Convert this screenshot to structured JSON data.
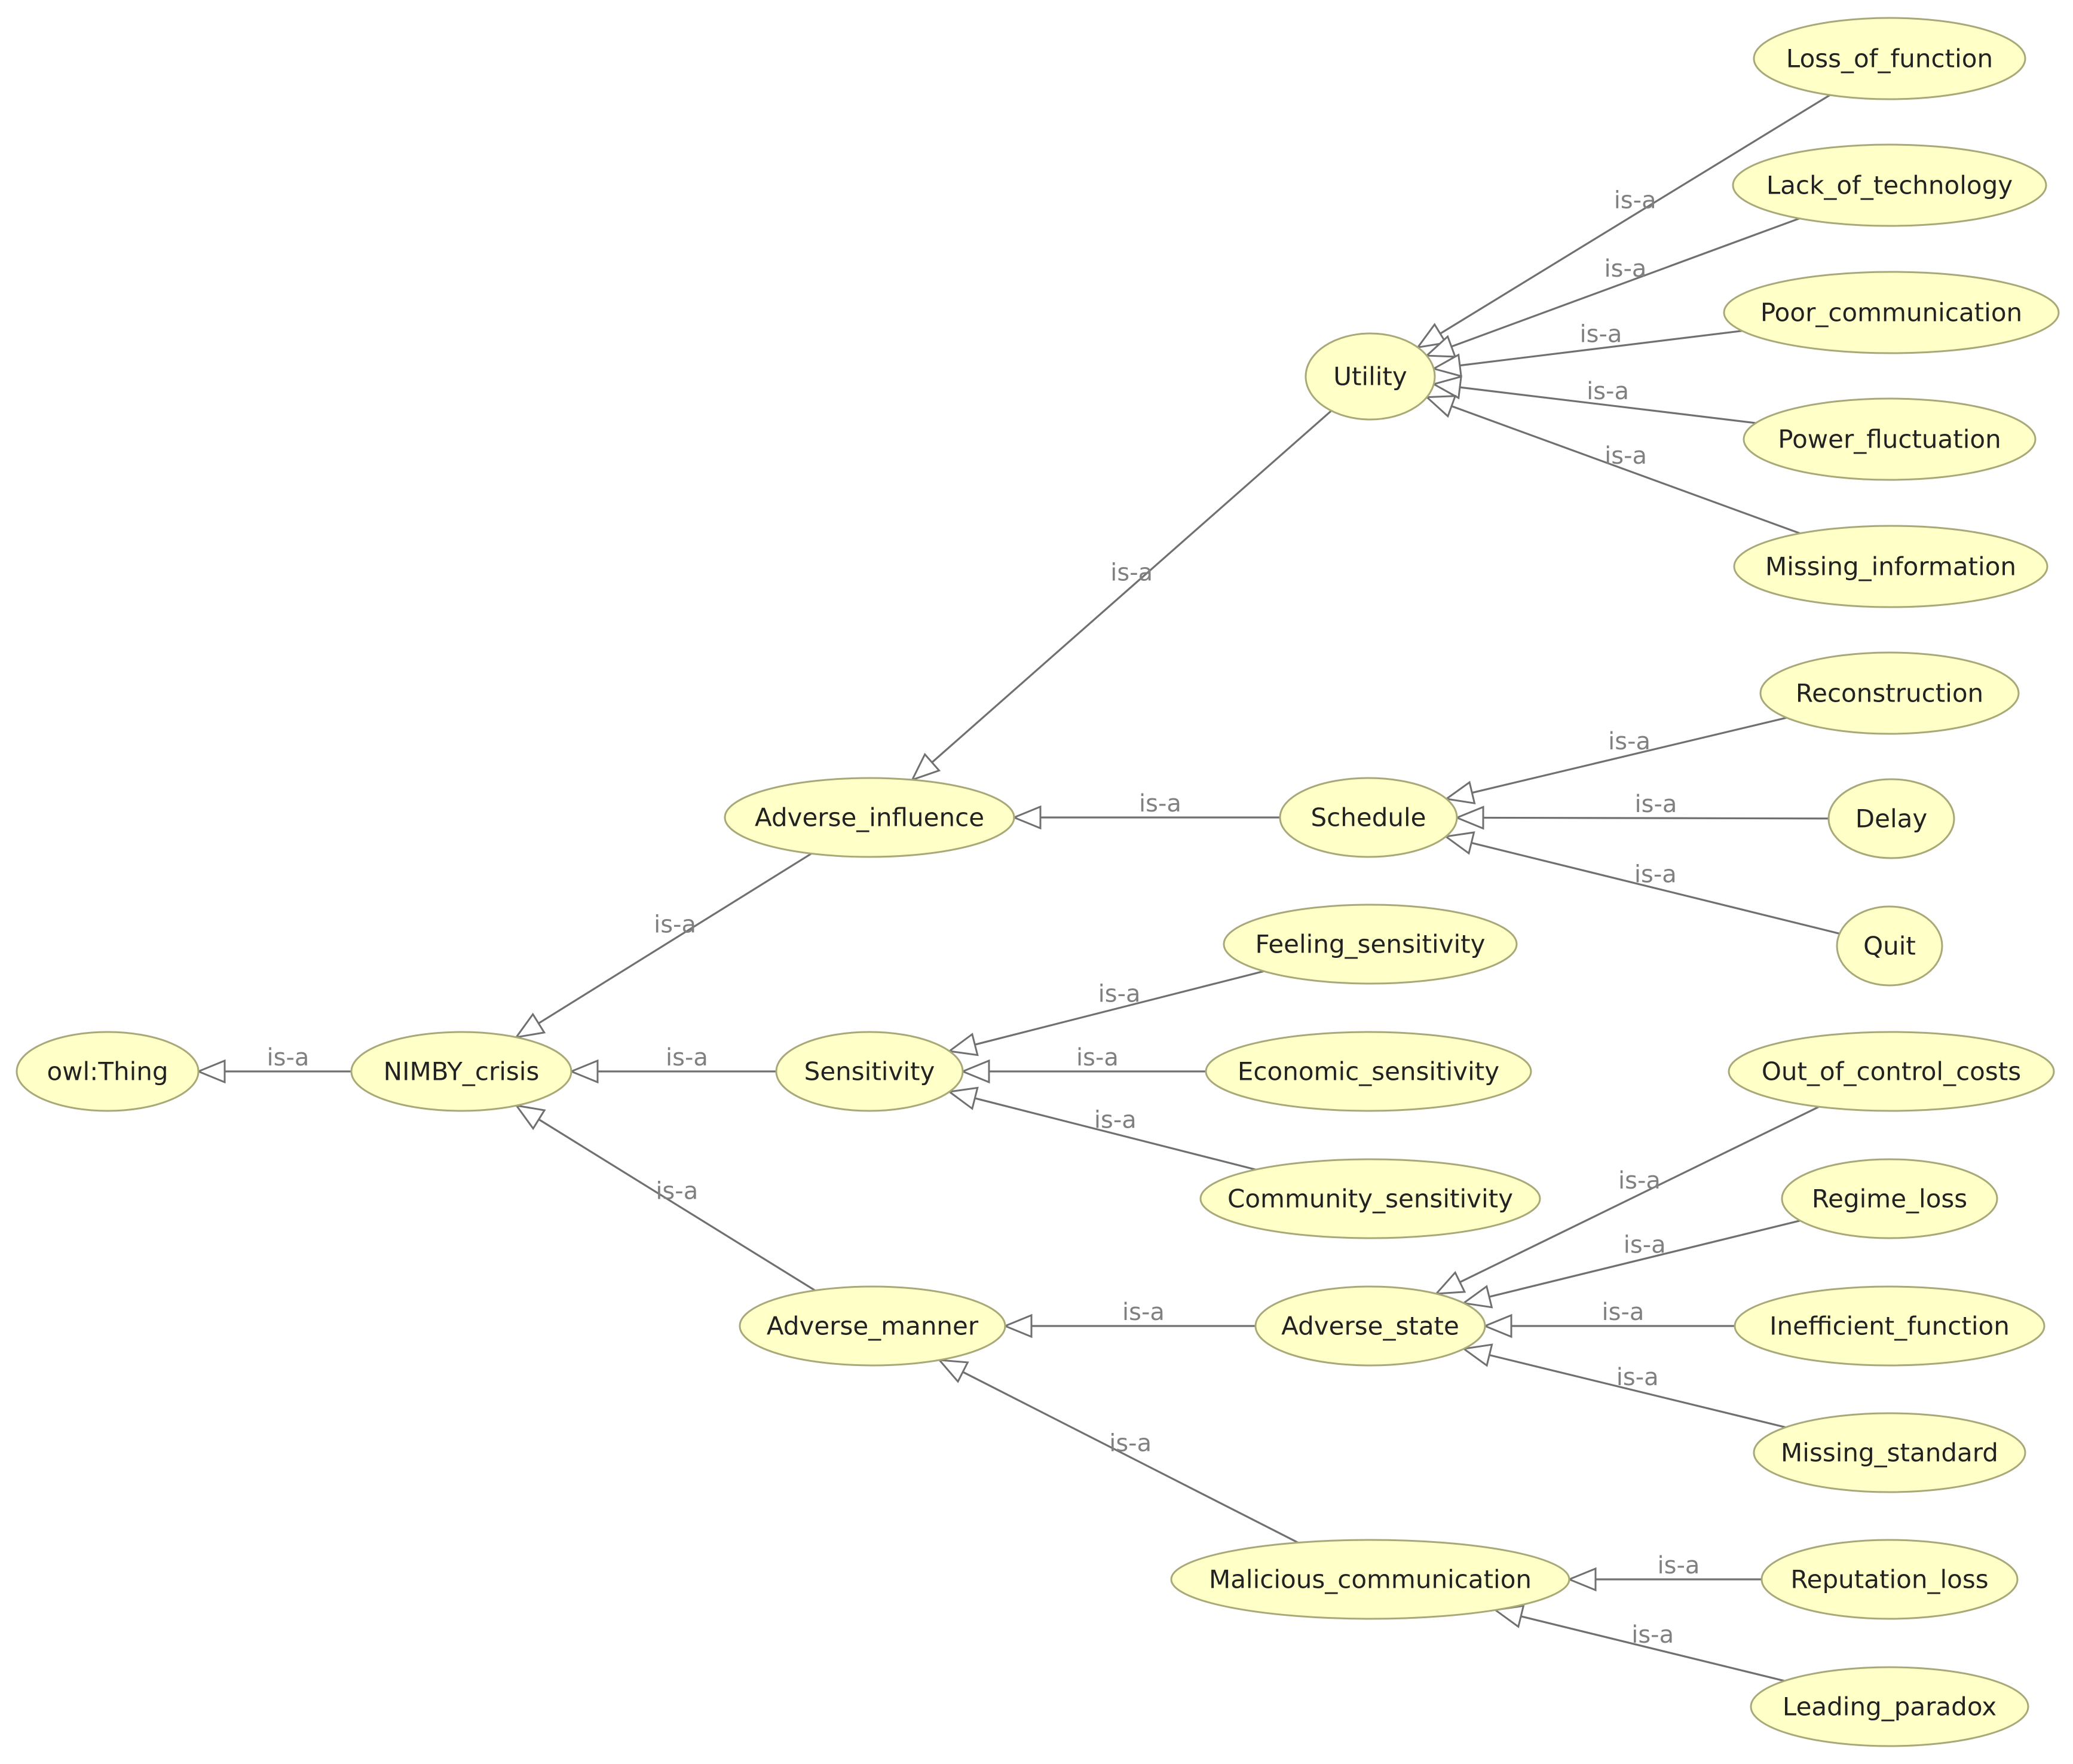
{
  "colors": {
    "node_fill": "#ffffc8",
    "node_border": "#a8a878",
    "edge": "#707070",
    "edge_label": "#808080",
    "node_text": "#222222"
  },
  "relation_label": "is-a",
  "nodes": [
    {
      "id": "owl-thing",
      "label": "owl:Thing"
    },
    {
      "id": "nimby-crisis",
      "label": "NIMBY_crisis"
    },
    {
      "id": "adverse-influence",
      "label": "Adverse_influence"
    },
    {
      "id": "sensitivity",
      "label": "Sensitivity"
    },
    {
      "id": "adverse-manner",
      "label": "Adverse_manner"
    },
    {
      "id": "utility",
      "label": "Utility"
    },
    {
      "id": "schedule",
      "label": "Schedule"
    },
    {
      "id": "feeling-sensitivity",
      "label": "Feeling_sensitivity"
    },
    {
      "id": "economic-sensitivity",
      "label": "Economic_sensitivity"
    },
    {
      "id": "community-sensitivity",
      "label": "Community_sensitivity"
    },
    {
      "id": "adverse-state",
      "label": "Adverse_state"
    },
    {
      "id": "malicious-communication",
      "label": "Malicious_communication"
    },
    {
      "id": "loss-of-function",
      "label": "Loss_of_function"
    },
    {
      "id": "lack-of-technology",
      "label": "Lack_of_technology"
    },
    {
      "id": "poor-communication",
      "label": "Poor_communication"
    },
    {
      "id": "power-fluctuation",
      "label": "Power_fluctuation"
    },
    {
      "id": "missing-information",
      "label": "Missing_information"
    },
    {
      "id": "reconstruction",
      "label": "Reconstruction"
    },
    {
      "id": "delay",
      "label": "Delay"
    },
    {
      "id": "quit",
      "label": "Quit"
    },
    {
      "id": "out-of-control-costs",
      "label": "Out_of_control_costs"
    },
    {
      "id": "regime-loss",
      "label": "Regime_loss"
    },
    {
      "id": "inefficient-function",
      "label": "Inefficient_function"
    },
    {
      "id": "missing-standard",
      "label": "Missing_standard"
    },
    {
      "id": "reputation-loss",
      "label": "Reputation_loss"
    },
    {
      "id": "leading-paradox",
      "label": "Leading_paradox"
    }
  ],
  "edges": [
    {
      "from": "nimby-crisis",
      "to": "owl-thing",
      "label": "is-a"
    },
    {
      "from": "adverse-influence",
      "to": "nimby-crisis",
      "label": "is-a"
    },
    {
      "from": "sensitivity",
      "to": "nimby-crisis",
      "label": "is-a"
    },
    {
      "from": "adverse-manner",
      "to": "nimby-crisis",
      "label": "is-a"
    },
    {
      "from": "utility",
      "to": "adverse-influence",
      "label": "is-a"
    },
    {
      "from": "schedule",
      "to": "adverse-influence",
      "label": "is-a"
    },
    {
      "from": "feeling-sensitivity",
      "to": "sensitivity",
      "label": "is-a"
    },
    {
      "from": "economic-sensitivity",
      "to": "sensitivity",
      "label": "is-a"
    },
    {
      "from": "community-sensitivity",
      "to": "sensitivity",
      "label": "is-a"
    },
    {
      "from": "adverse-state",
      "to": "adverse-manner",
      "label": "is-a"
    },
    {
      "from": "malicious-communication",
      "to": "adverse-manner",
      "label": "is-a"
    },
    {
      "from": "loss-of-function",
      "to": "utility",
      "label": "is-a"
    },
    {
      "from": "lack-of-technology",
      "to": "utility",
      "label": "is-a"
    },
    {
      "from": "poor-communication",
      "to": "utility",
      "label": "is-a"
    },
    {
      "from": "power-fluctuation",
      "to": "utility",
      "label": "is-a"
    },
    {
      "from": "missing-information",
      "to": "utility",
      "label": "is-a"
    },
    {
      "from": "reconstruction",
      "to": "schedule",
      "label": "is-a"
    },
    {
      "from": "delay",
      "to": "schedule",
      "label": "is-a"
    },
    {
      "from": "quit",
      "to": "schedule",
      "label": "is-a"
    },
    {
      "from": "out-of-control-costs",
      "to": "adverse-state",
      "label": "is-a"
    },
    {
      "from": "regime-loss",
      "to": "adverse-state",
      "label": "is-a"
    },
    {
      "from": "inefficient-function",
      "to": "adverse-state",
      "label": "is-a"
    },
    {
      "from": "missing-standard",
      "to": "adverse-state",
      "label": "is-a"
    },
    {
      "from": "reputation-loss",
      "to": "malicious-communication",
      "label": "is-a"
    },
    {
      "from": "leading-paradox",
      "to": "malicious-communication",
      "label": "is-a"
    }
  ]
}
